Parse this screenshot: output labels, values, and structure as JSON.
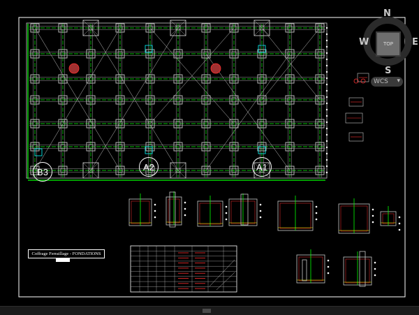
{
  "drawing": {
    "title": "Coffrage Ferraillage - FONDATIONS",
    "grid_labels": [
      "B3",
      "A2",
      "A1"
    ]
  },
  "viewcube": {
    "face": "TOP",
    "north": "N",
    "south": "S",
    "east": "E",
    "west": "W",
    "wcs_label": "WCS"
  },
  "colors": {
    "background": "#000000",
    "frame": "#ffffff",
    "grid_lines": "#00ff00",
    "footings": "#c8c8c8",
    "columns": "#c0c0c0",
    "rebar": "#ff3030",
    "accent": "#ffff00",
    "dims": "#00ffff"
  },
  "icons": [
    "north-icon",
    "south-icon",
    "east-icon",
    "west-icon"
  ]
}
